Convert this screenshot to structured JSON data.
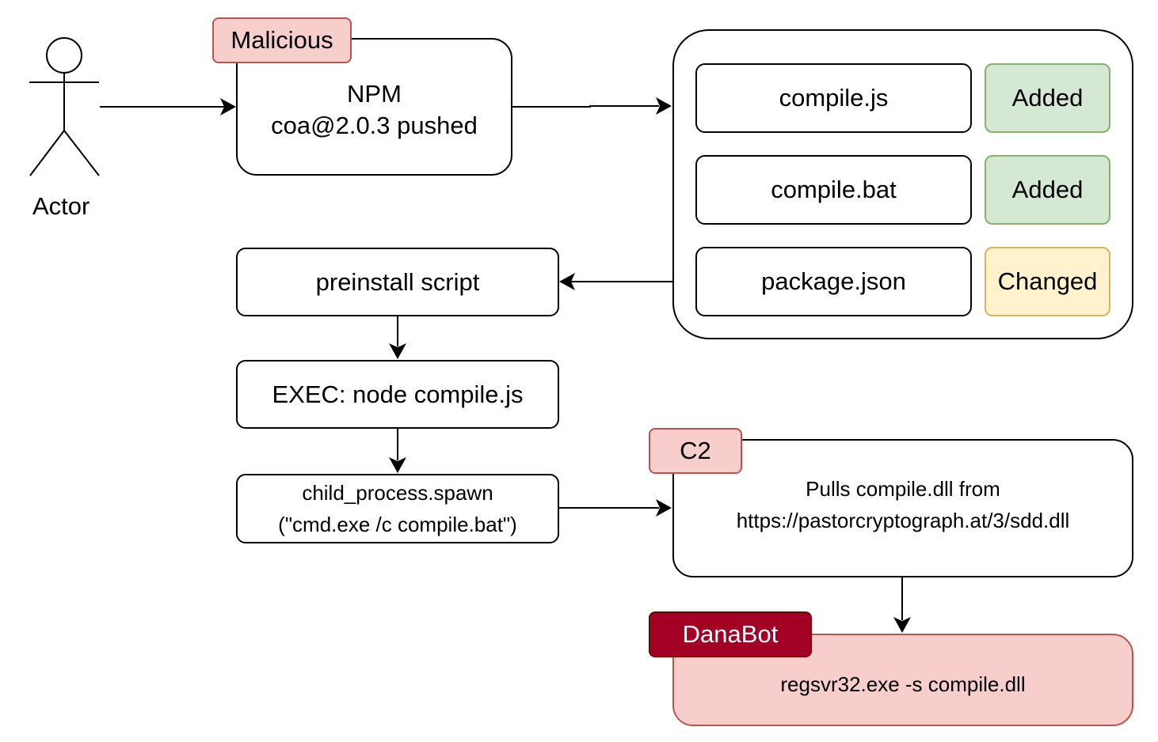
{
  "actor": {
    "label": "Actor"
  },
  "npm": {
    "tag": "Malicious",
    "line1": "NPM",
    "line2": "coa@2.0.3 pushed"
  },
  "files": [
    {
      "name": "compile.js",
      "status": "Added"
    },
    {
      "name": "compile.bat",
      "status": "Added"
    },
    {
      "name": "package.json",
      "status": "Changed"
    }
  ],
  "steps": {
    "preinstall": "preinstall script",
    "exec": "EXEC: node compile.js",
    "spawn_line1": "child_process.spawn",
    "spawn_line2": "(\"cmd.exe /c compile.bat\")"
  },
  "c2": {
    "tag": "C2",
    "line1": "Pulls compile.dll from",
    "line2": "https://pastorcryptograph.at/3/sdd.dll"
  },
  "danabot": {
    "tag": "DanaBot",
    "text": "regsvr32.exe -s compile.dll"
  },
  "colors": {
    "malicious_fill": "#f8cecc",
    "malicious_stroke": "#b85450",
    "danabot_fill": "#a20025",
    "danabot_stroke": "#6f0000",
    "added_fill": "#d5e8d4",
    "added_stroke": "#82b366",
    "changed_fill": "#fff2cc",
    "changed_stroke": "#d6b656"
  }
}
